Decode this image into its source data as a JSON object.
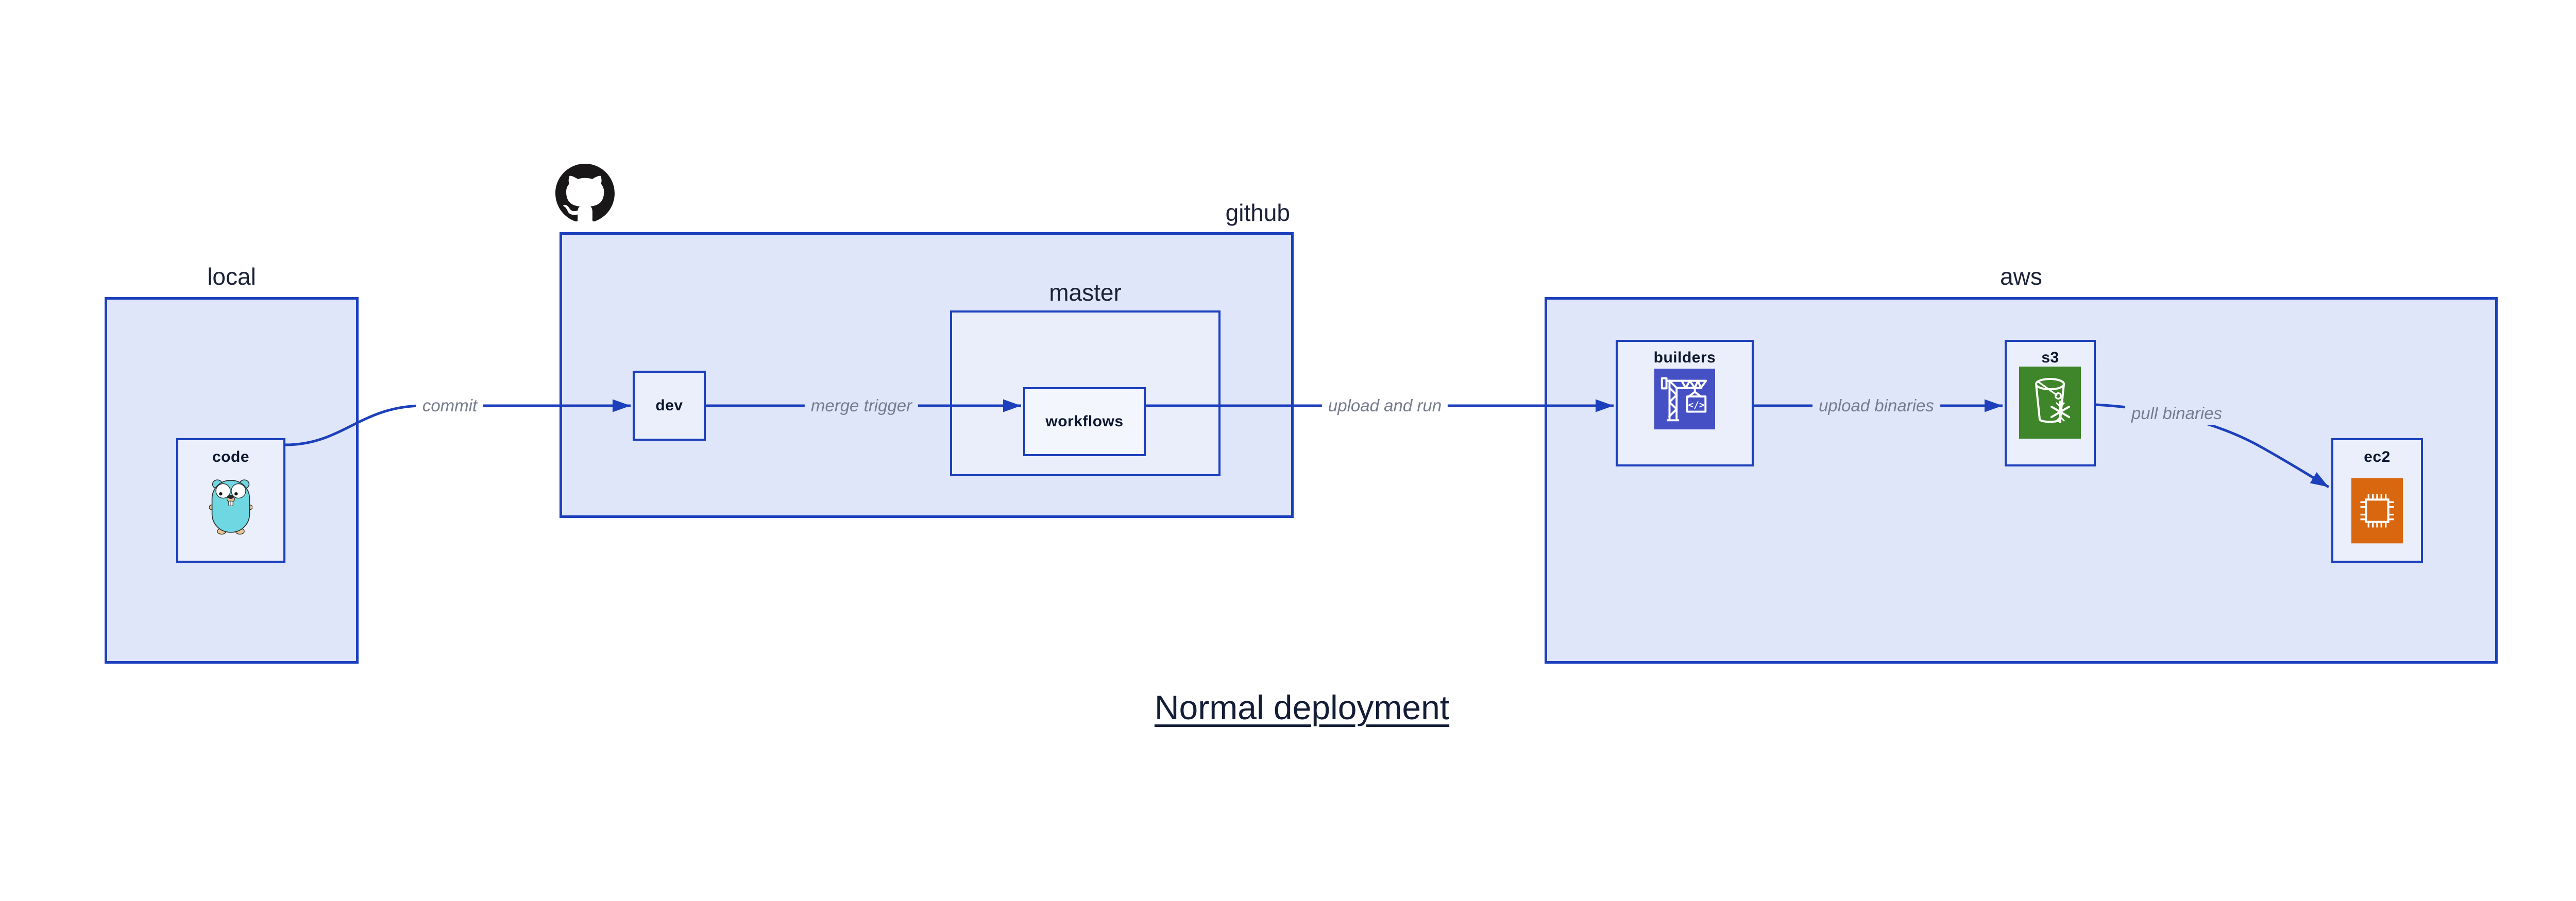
{
  "title": {
    "text": "Normal deployment"
  },
  "groups": {
    "local": {
      "label": "local"
    },
    "github": {
      "label": "github"
    },
    "master": {
      "label": "master"
    },
    "aws": {
      "label": "aws"
    }
  },
  "nodes": {
    "code": {
      "label": "code",
      "icon": "go-gopher-icon"
    },
    "dev": {
      "label": "dev"
    },
    "workflows": {
      "label": "workflows"
    },
    "builders": {
      "label": "builders",
      "icon": "codebuild-crane-icon"
    },
    "s3": {
      "label": "s3",
      "icon": "s3-bucket-icon"
    },
    "ec2": {
      "label": "ec2",
      "icon": "ec2-chip-icon"
    }
  },
  "edges": {
    "commit": {
      "label": "commit",
      "from": "code",
      "to": "dev"
    },
    "merge_trigger": {
      "label": "merge trigger",
      "from": "dev",
      "to": "workflows"
    },
    "upload_and_run": {
      "label": "upload and run",
      "from": "workflows",
      "to": "builders"
    },
    "upload_binaries": {
      "label": "upload binaries",
      "from": "builders",
      "to": "s3"
    },
    "pull_binaries": {
      "label": "pull binaries",
      "from": "s3",
      "to": "ec2"
    }
  },
  "colors": {
    "accent_blue": "#1c40bc",
    "group_fill": "#e0e6f9",
    "node_fill": "#ebeffb",
    "workflows_fill": "#f4f6fd",
    "heading_text": "#1a2238",
    "node_label_text": "#0d1830",
    "edge_label_text": "#757c8e",
    "title_text": "#141d36",
    "builders_icon_bg": "#4450c4",
    "s3_icon_bg": "#3e8629",
    "ec2_icon_bg": "#d9670f",
    "gopher_body": "#6fd7e1",
    "octocat": "#191717"
  }
}
